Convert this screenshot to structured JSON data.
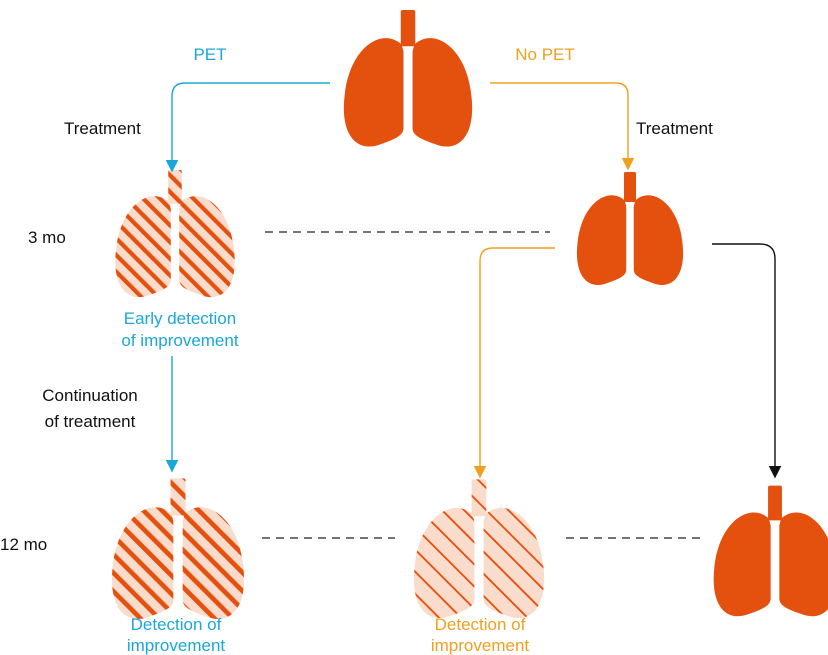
{
  "labels": {
    "pet": "PET",
    "no_pet": "No PET",
    "treatment_left": "Treatment",
    "treatment_right": "Treatment",
    "time_3mo": "3 mo",
    "time_12mo": "12 mo",
    "early_detection_line1": "Early detection",
    "early_detection_line2": "of improvement",
    "continuation_line1": "Continuation",
    "continuation_line2": "of treatment",
    "detection_left_line1": "Detection of",
    "detection_left_line2": "improvement",
    "detection_mid_line1": "Detection of",
    "detection_mid_line2": "improvement"
  },
  "colors": {
    "lung_solid": "#e4500e",
    "lung_light": "#f9dccb",
    "stripe": "#e4500e",
    "pet_blue": "#1aa7d8",
    "no_pet_orange": "#f0a020",
    "arrow_black": "#111111",
    "dash": "#222222",
    "text": "#111111"
  }
}
